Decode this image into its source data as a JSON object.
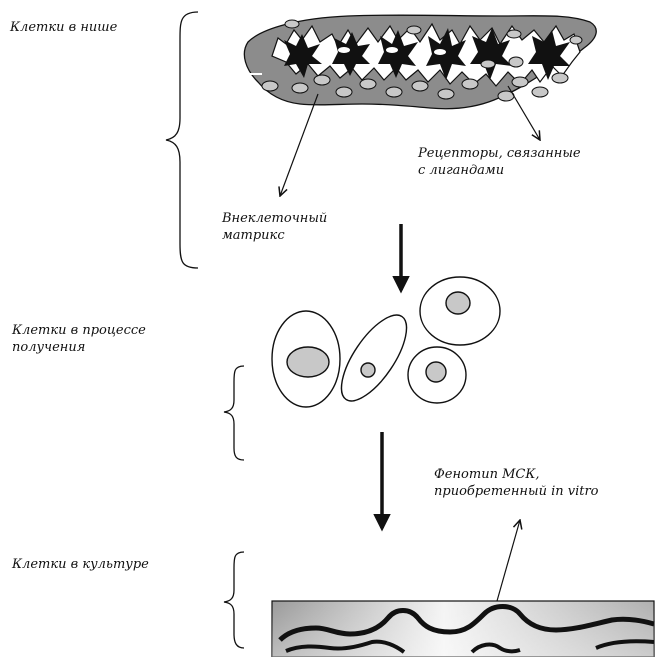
{
  "labels": {
    "cells_in_niche": "Клетки в нише",
    "receptors_line1": "Рецепторы, связанные",
    "receptors_line2": "с лигандами",
    "matrix_line1": "Внеклеточный",
    "matrix_line2": "матрикс",
    "isolation_line1": "Клетки в процессе",
    "isolation_line2": "получения",
    "phenotype_line1": "Фенотип МСК,",
    "phenotype_line2": "приобретенный in vitro",
    "culture": "Клетки в культуре"
  },
  "colors": {
    "ink": "#111111",
    "tissue_fill": "#8c8c8c",
    "nucleus_fill": "#c8c8c8",
    "gradient_dark": "#9a9a9a",
    "gradient_light": "#f4f4f4"
  }
}
